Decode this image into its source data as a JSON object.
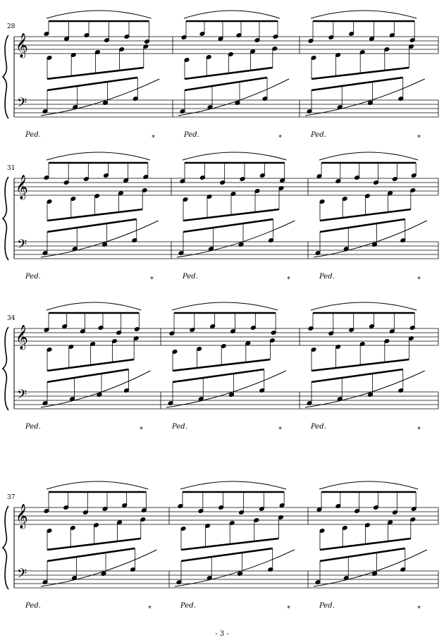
{
  "page": {
    "number": "- 3 -"
  },
  "pedal_mark": "Ped.",
  "release_mark": "*",
  "systems": [
    {
      "measure_number": "28",
      "measures": 3
    },
    {
      "measure_number": "31",
      "measures": 3
    },
    {
      "measure_number": "34",
      "measures": 3
    },
    {
      "measure_number": "37",
      "measures": 3
    }
  ]
}
